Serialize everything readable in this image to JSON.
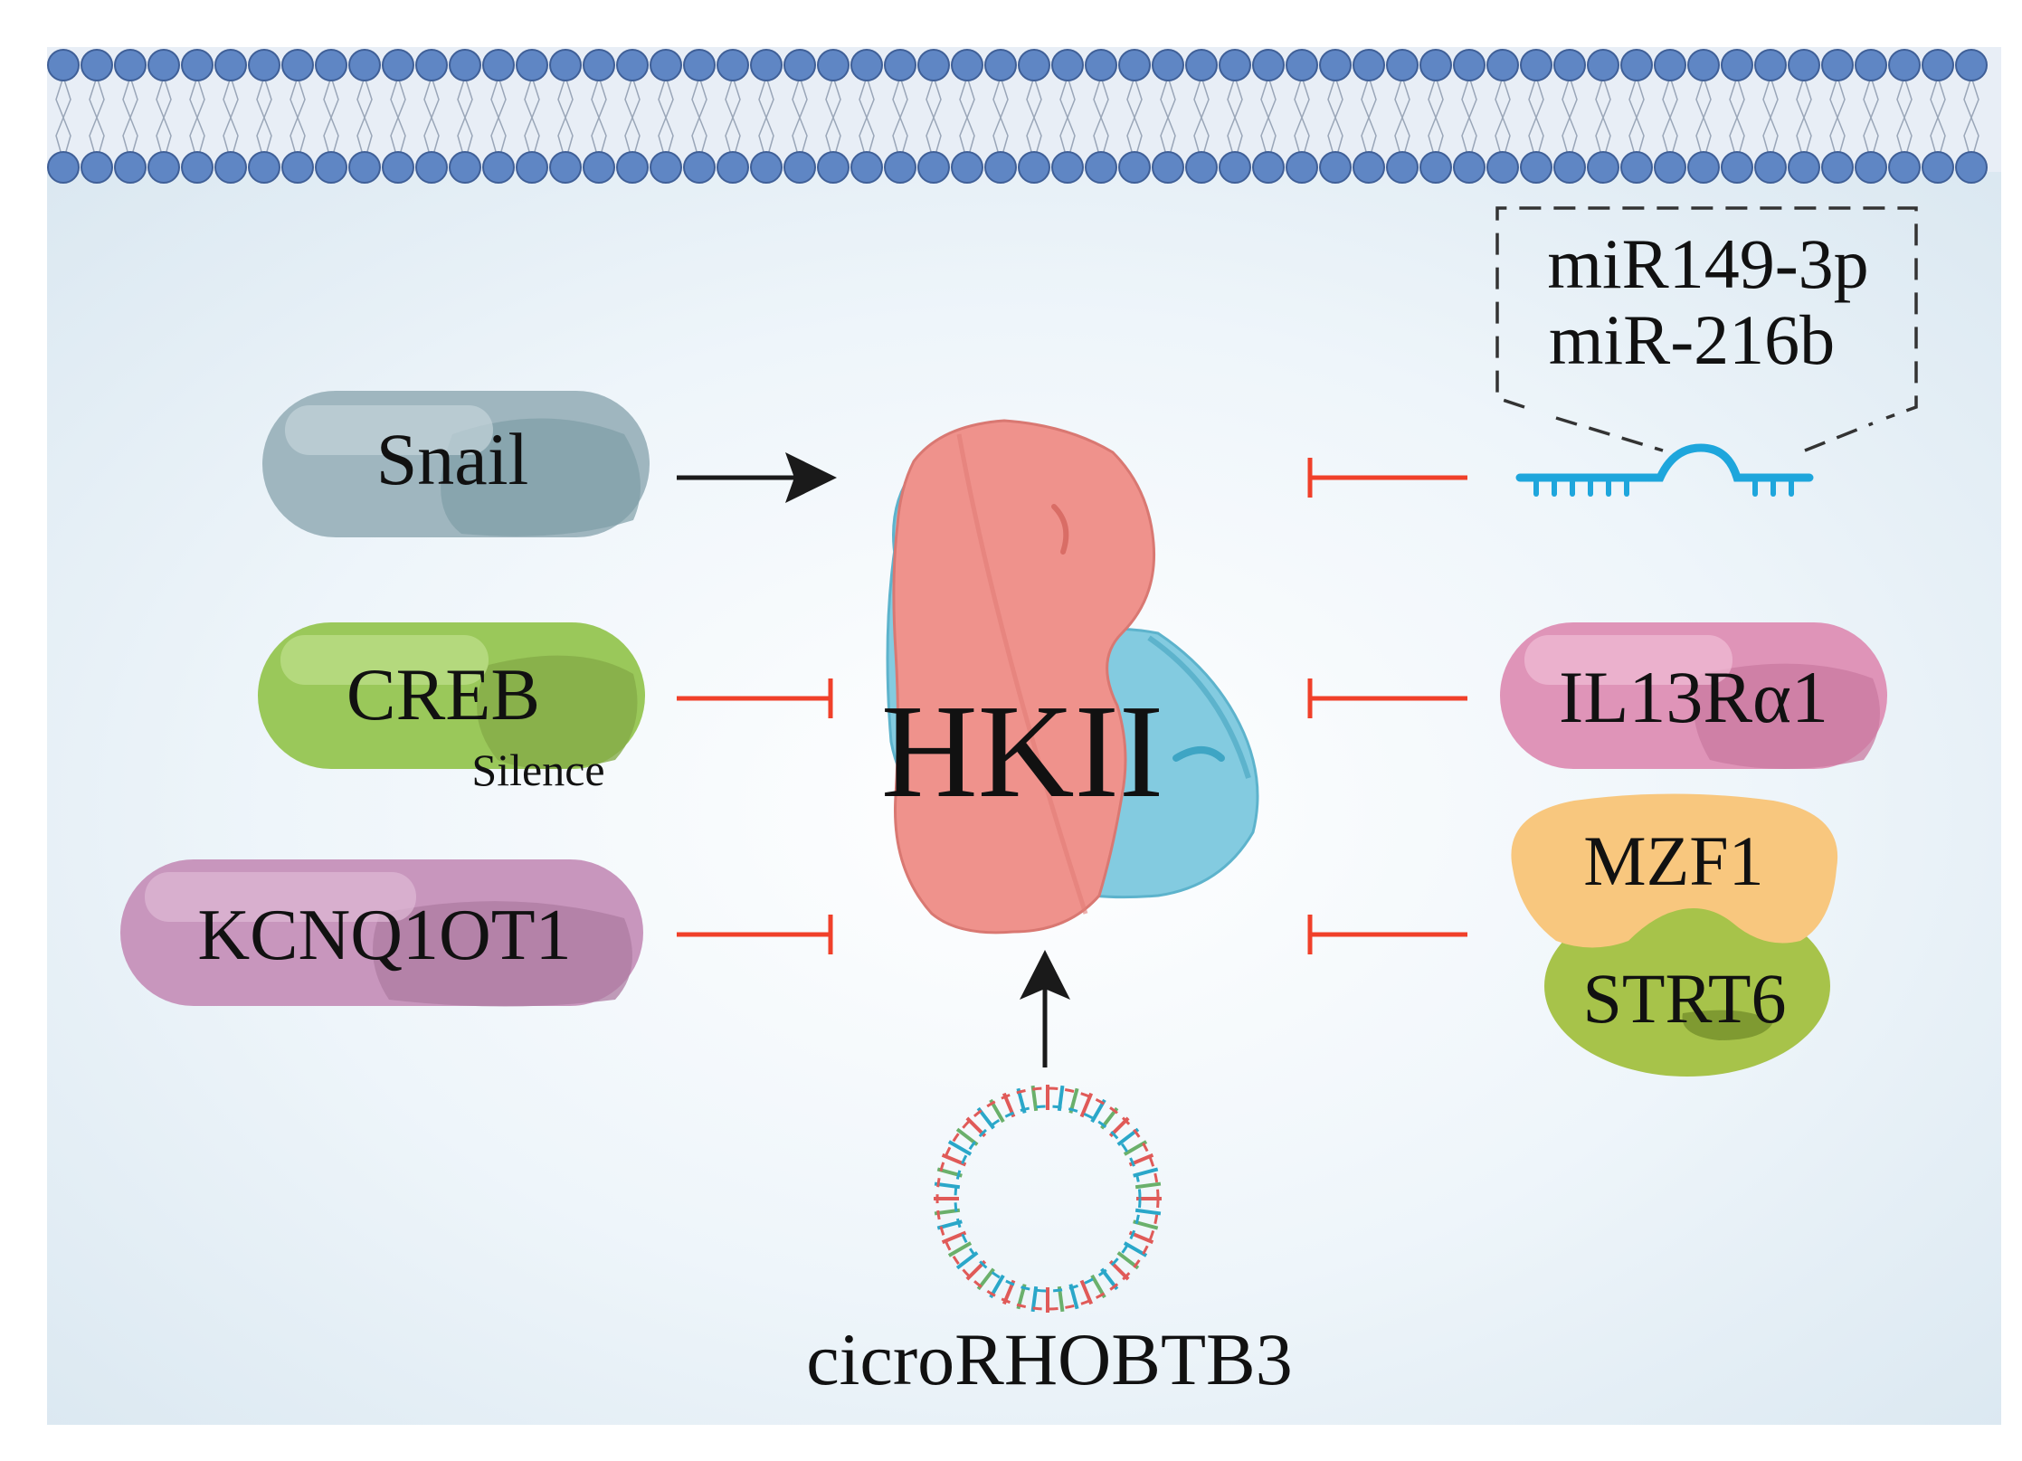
{
  "nodes": {
    "center": "HKII",
    "snail": "Snail",
    "creb": "CREB",
    "creb_note": "Silence",
    "kcnq1ot1": "KCNQ1OT1",
    "mir1": "miR149-3p",
    "mir2": "miR-216b",
    "il13ra1": "IL13Rα1",
    "mzf1": "MZF1",
    "strt6": "STRT6",
    "circ": "cicroRHOBTB3"
  },
  "colors": {
    "background": "#e6f0f7",
    "membrane_head": "#5f86c4",
    "hkii_red": "#ef928c",
    "hkii_blue": "#83cbe0",
    "activate_arrow": "#1a1a1a",
    "inhibit_arrow": "#f0402a",
    "snail": "#9fb6bf",
    "creb": "#9ac85a",
    "kcnq1ot1": "#c896bd",
    "il13ra1": "#df94b8",
    "mzf1": "#f8c77e",
    "strt6": "#a7c34a",
    "mirna": "#1ea6dc"
  },
  "relations": [
    {
      "source": "Snail",
      "target": "HKII",
      "type": "activate"
    },
    {
      "source": "CREB",
      "target": "HKII",
      "type": "inhibit"
    },
    {
      "source": "KCNQ1OT1",
      "target": "HKII",
      "type": "inhibit"
    },
    {
      "source": "miR149-3p / miR-216b",
      "target": "HKII",
      "type": "inhibit"
    },
    {
      "source": "IL13Rα1",
      "target": "HKII",
      "type": "inhibit"
    },
    {
      "source": "MZF1 / STRT6",
      "target": "HKII",
      "type": "inhibit"
    },
    {
      "source": "cicroRHOBTB3",
      "target": "HKII",
      "type": "activate"
    }
  ]
}
